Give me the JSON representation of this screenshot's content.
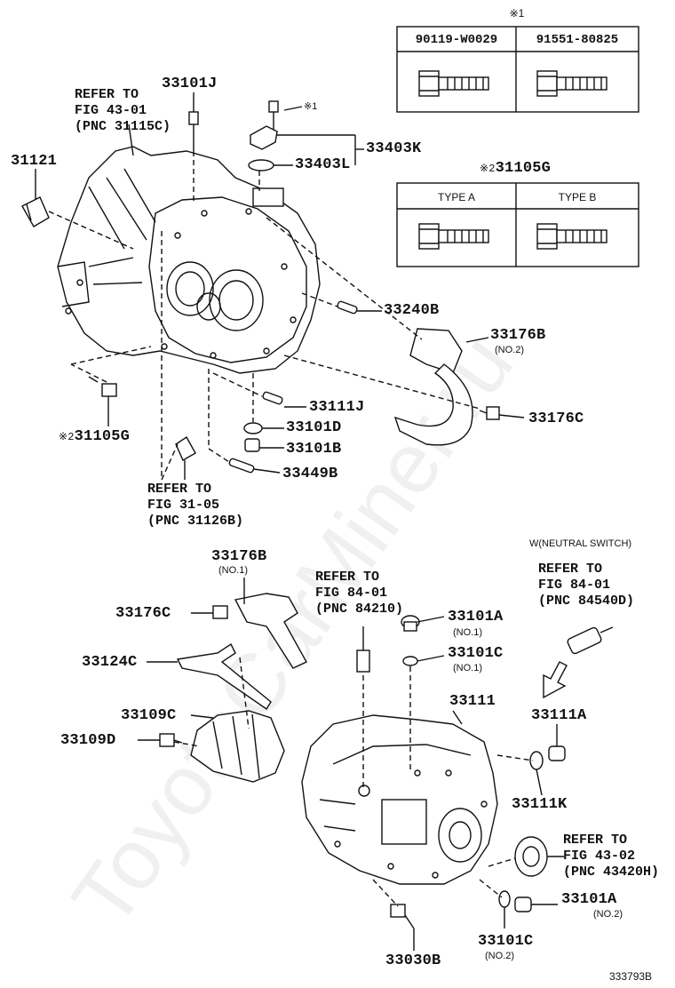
{
  "watermark": "ToyotaCarMiner.ru",
  "figure_id": "333793B",
  "tables": {
    "bolts_ref1": {
      "mark": "※1",
      "col1": "90119-W0029",
      "col2": "91551-80825"
    },
    "bolts_ref2": {
      "mark": "※2",
      "part": "31105G",
      "col1": "TYPE A",
      "col2": "TYPE B"
    }
  },
  "parts": {
    "p33101J": "33101J",
    "p31121": "31121",
    "p33403K": "33403K",
    "p33403L": "33403L",
    "p33240B": "33240B",
    "p33176B_top": "33176B",
    "p33176B_top_note": "(NO.2)",
    "p33111J": "33111J",
    "p33101D": "33101D",
    "p33101B": "33101B",
    "p33176C_top": "33176C",
    "p33449B": "33449B",
    "p31105G_mark": "※2",
    "p31105G": "31105G",
    "p33176B_bottom": "33176B",
    "p33176B_bottom_note": "(NO.1)",
    "p33176C_bottom": "33176C",
    "p33124C": "33124C",
    "p33109C": "33109C",
    "p33109D": "33109D",
    "p33101A_top": "33101A",
    "p33101A_top_note": "(NO.1)",
    "p33101C_top": "33101C",
    "p33101C_top_note": "(NO.1)",
    "p33111": "33111",
    "p33111A": "33111A",
    "p33111K": "33111K",
    "p33101A_bottom": "33101A",
    "p33101A_bottom_note": "(NO.2)",
    "p33101C_bottom": "33101C",
    "p33101C_bottom_note": "(NO.2)",
    "p33030B": "33030B",
    "bolt_mark_1": "※1"
  },
  "refs": {
    "ref_43_01": [
      "REFER TO",
      "FIG 43-01",
      "(PNC 31115C)"
    ],
    "ref_31_05": [
      "REFER TO",
      "FIG 31-05",
      "(PNC 31126B)"
    ],
    "ref_84_01a": [
      "REFER TO",
      "FIG 84-01",
      "(PNC 84210)"
    ],
    "ref_84_01b_head": "W(NEUTRAL SWITCH)",
    "ref_84_01b": [
      "REFER TO",
      "FIG 84-01",
      "(PNC 84540D)"
    ],
    "ref_43_02": [
      "REFER TO",
      "FIG 43-02",
      "(PNC 43420H)"
    ]
  }
}
